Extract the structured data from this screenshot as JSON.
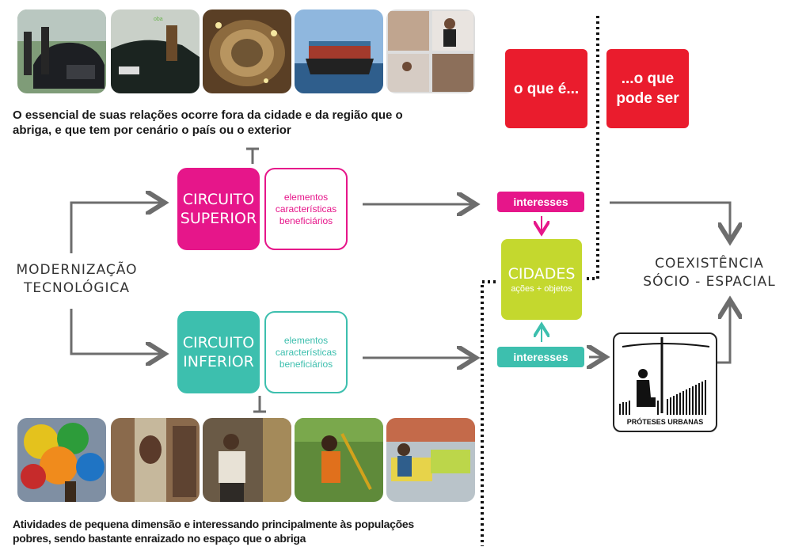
{
  "top_caption": [
    "O essencial de suas relações ocorre fora da cidade e da região que o",
    "abriga, e que tem por cenário o país ou o exterior"
  ],
  "bottom_caption": [
    "Atividades de pequena dimensão e interessando principalmente às populações",
    "pobres, sendo bastante enraizado no espaço que o abriga"
  ],
  "modernizacao": [
    "MODERNIZAÇÃO",
    "TECNOLÓGICA"
  ],
  "circuito_superior": {
    "lines": [
      "CIRCUITO",
      "SUPERIOR"
    ],
    "color": "#e6168a",
    "elements": [
      "elementos",
      "características",
      "beneficiários"
    ]
  },
  "circuito_inferior": {
    "lines": [
      "CIRCUITO",
      "INFERIOR"
    ],
    "color": "#3dbfae",
    "elements": [
      "elementos",
      "características",
      "beneficiários"
    ]
  },
  "interesses_top": "interesses",
  "interesses_bottom": "interesses",
  "cidades": {
    "title": "CIDADES",
    "subtitle": "ações + objetos",
    "color": "#c4d82e"
  },
  "o_que_e": "o que é...",
  "o_que_pode_ser": [
    "...o que",
    "pode ser"
  ],
  "coexistencia": [
    "COEXISTÊNCIA",
    "SÓCIO - ESPACIAL"
  ],
  "proteses_label": "PRÓTESES URBANAS",
  "photos_top": [
    "car-photo",
    "car-woman-photo",
    "mall-photo",
    "cargo-ship-photo",
    "business-meeting-photo"
  ],
  "photos_bottom": [
    "balloons-photo",
    "graffiti-photo",
    "newspaper-reader-photo",
    "musician-photo",
    "street-vendor-photo"
  ]
}
